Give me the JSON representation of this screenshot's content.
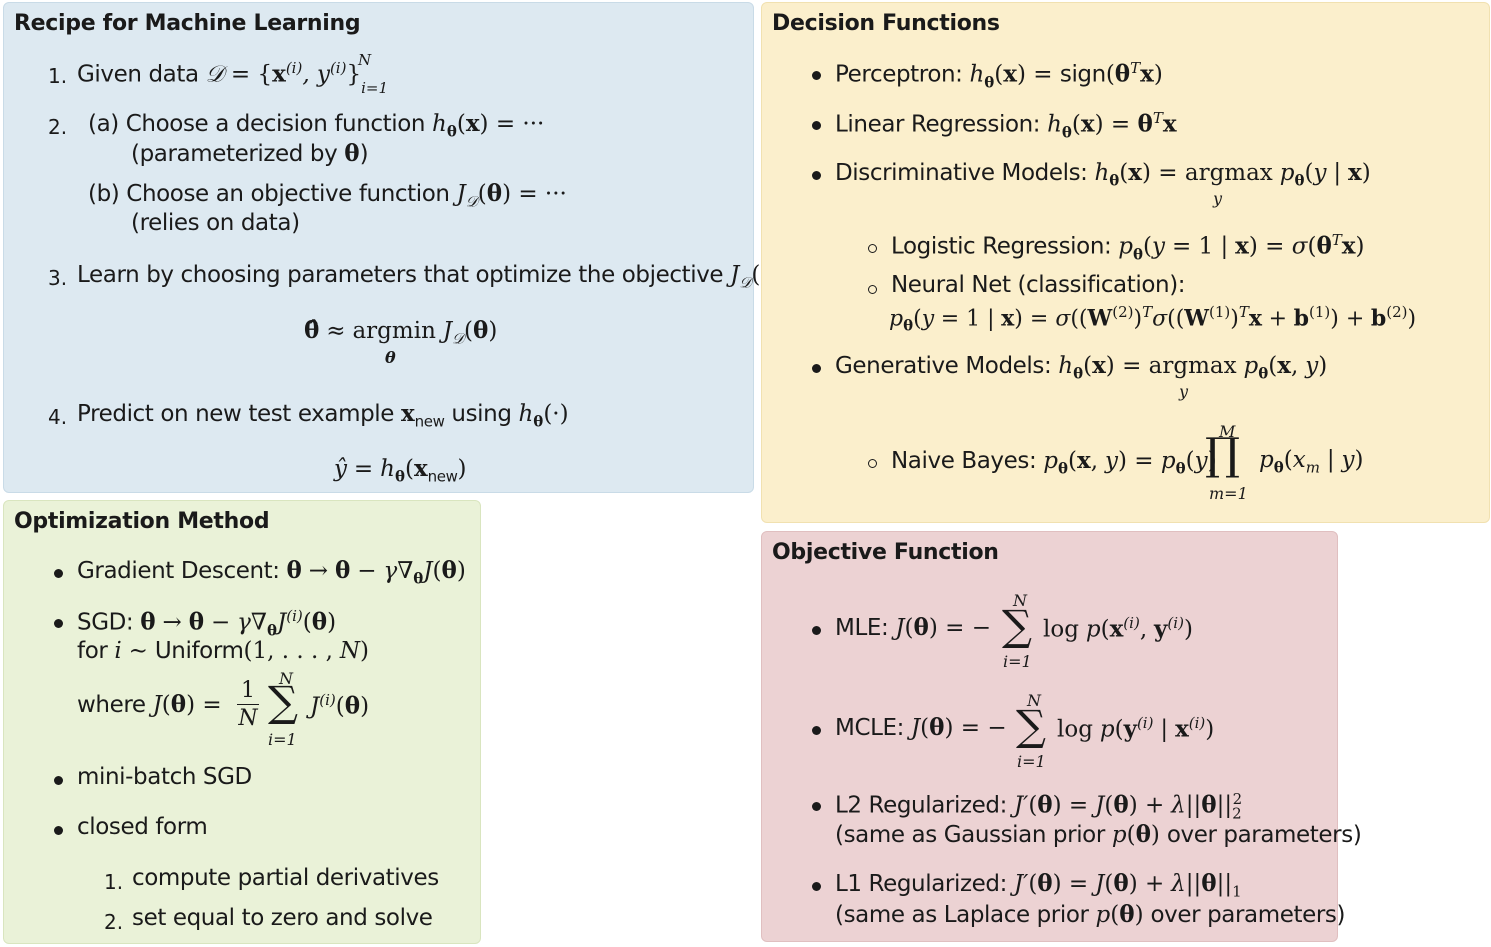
{
  "recipe": {
    "title": "Recipe for Machine Learning",
    "item1_text": "Given data",
    "item2a_label": "(a)",
    "item2a_text": "Choose a decision function",
    "item2a_note": "(parameterized by",
    "item2b_label": "(b)",
    "item2b_text": "Choose an objective function",
    "item2b_note": "(relies on data)",
    "item3_text": "Learn by choosing parameters that optimize the objective",
    "item3_eq_op": "argmin",
    "item4_text": "Predict on new test example",
    "item4_using": "using",
    "new_sub": "new",
    "numbers": [
      "1.",
      "2.",
      "3.",
      "4."
    ]
  },
  "decision": {
    "title": "Decision Functions",
    "perceptron_label": "Perceptron:",
    "sign_word": "sign",
    "linreg_label": "Linear Regression:",
    "disc_label": "Discriminative Models:",
    "argmax_word": "argmax",
    "logreg_label": "Logistic Regression:",
    "nn_label": "Neural Net (classification):",
    "gen_label": "Generative Models:",
    "nb_label": "Naive Bayes:"
  },
  "optim": {
    "title": "Optimization Method",
    "gd_label": "Gradient Descent:",
    "sgd_label": "SGD:",
    "for_word": "for",
    "uniform_word": "Uniform",
    "where_word": "where",
    "minibatch": "mini-batch SGD",
    "closed_form": "closed form",
    "cf_step1": "compute partial derivatives",
    "cf_step2": "set equal to zero and solve",
    "cf_numbers": [
      "1.",
      "2."
    ]
  },
  "objective": {
    "title": "Objective Function",
    "mle_label": "MLE:",
    "mcle_label": "MCLE:",
    "l2_label": "L2 Regularized:",
    "l2_note_pre": "(same as Gaussian prior",
    "l2_note_post": "over parameters)",
    "l1_label": "L1 Regularized:",
    "l1_note_pre": "(same as Laplace prior",
    "l1_note_post": "over parameters)",
    "log_word": "log"
  },
  "colors": {
    "recipe_bg": "#dde9f1",
    "decision_bg": "#fbefcc",
    "optim_bg": "#eaf2d8",
    "objective_bg": "#ecd2d3"
  }
}
